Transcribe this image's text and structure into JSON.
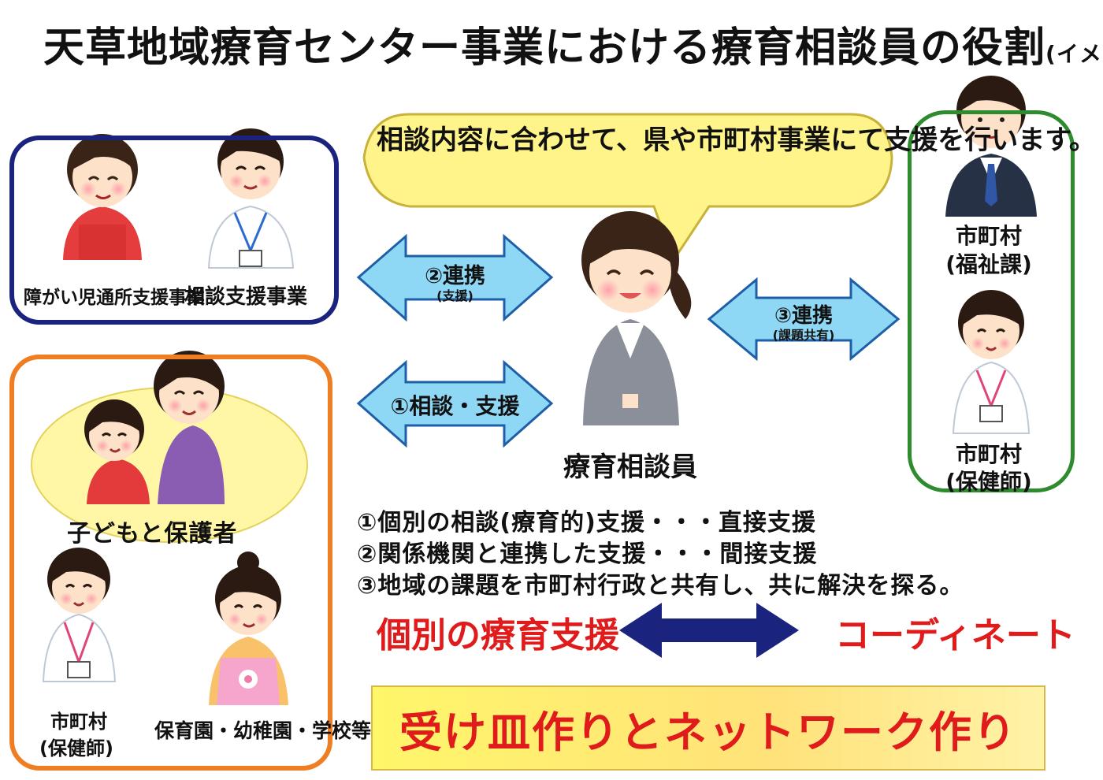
{
  "title": {
    "main": "天草地域療育センター事業における療育相談員の役割",
    "sub": "(イメージ)"
  },
  "speech_bubble": "相談内容に合わせて、県や市町村事業にて支援を行います。",
  "services_box": {
    "left_label": "障がい児通所支援事業",
    "right_label": "相談支援事業"
  },
  "family_box": {
    "parent_child_label": "子どもと保護者",
    "nurse_line1": "市町村",
    "nurse_line2": "(保健師)",
    "school_label": "保育園・幼稚園・学校等"
  },
  "municipal_box": {
    "welfare_line1": "市町村",
    "welfare_line2": "(福祉課)",
    "health_line1": "市町村",
    "health_line2": "(保健師)"
  },
  "center_person_label": "療育相談員",
  "arrows": {
    "a2_main": "②連携",
    "a2_sub": "(支援)",
    "a1_main": "①相談・支援",
    "a3_main": "③連携",
    "a3_sub": "(課題共有)"
  },
  "roles": [
    "①個別の相談(療育的)支援・・・直接支援",
    "②関係機関と連携した支援・・・間接支援",
    "③地域の課題を市町村行政と共有し、共に解決を探る。"
  ],
  "coordination": {
    "left": "個別の療育支援",
    "right": "コーディネート"
  },
  "network": "受け皿作りとネットワーク作り",
  "colors": {
    "arrow_fill": "#8fd8f5",
    "arrow_stroke": "#1f5fa8",
    "bubble_fill": "#fff48a",
    "bubble_stroke": "#c9b23a",
    "accent_red": "#e01b1b",
    "navy": "#1a237e",
    "orange": "#ef7d22",
    "green": "#2e8b2e"
  }
}
